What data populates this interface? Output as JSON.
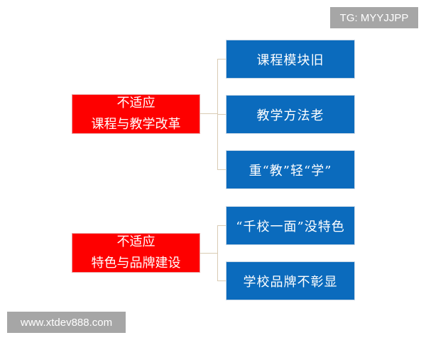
{
  "watermarks": {
    "top_right": "TG: MYYJJPP",
    "bottom_left": "www.xtdev888.com"
  },
  "colors": {
    "parent": "#fe0000",
    "child": "#0b6bbd",
    "connector": "#d9cbb3"
  },
  "groups": [
    {
      "parent": {
        "line1": "不适应",
        "line2": "课程与教学改革"
      },
      "children": [
        "课程模块旧",
        "教学方法老",
        "重“教”轻“学”"
      ]
    },
    {
      "parent": {
        "line1": "不适应",
        "line2": "特色与品牌建设"
      },
      "children": [
        "“千校一面”没特色",
        "学校品牌不彰显"
      ]
    }
  ]
}
